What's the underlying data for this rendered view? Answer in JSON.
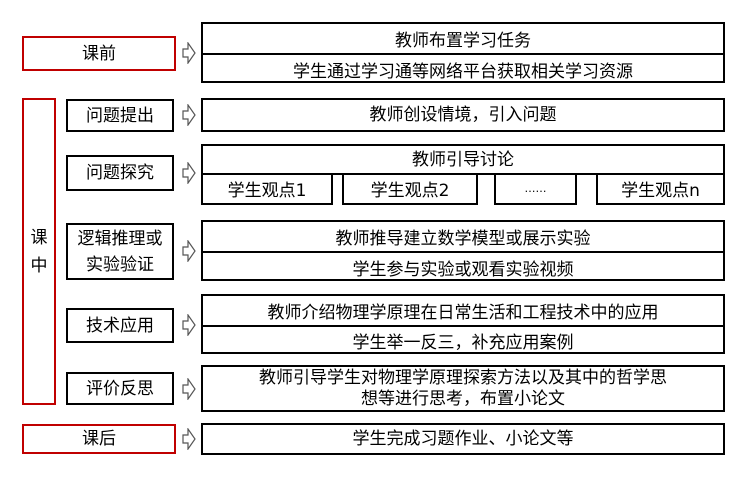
{
  "stages": {
    "pre": {
      "label": "课前"
    },
    "during": {
      "label_line1": "课",
      "label_line2": "中"
    },
    "post": {
      "label": "课后"
    }
  },
  "steps": {
    "pre": {
      "lines": [
        "教师布置学习任务",
        "学生通过学习通等网络平台获取相关学习资源"
      ]
    },
    "raise": {
      "label": "问题提出",
      "content": "教师创设情境，引入问题"
    },
    "explore": {
      "label": "问题探究",
      "header": "教师引导讨论",
      "viewpoints": [
        "学生观点1",
        "学生观点2",
        "……",
        "学生观点n"
      ]
    },
    "reasoning": {
      "label_line1": "逻辑推理或",
      "label_line2": "实验验证",
      "lines": [
        "教师推导建立数学模型或展示实验",
        "学生参与实验或观看实验视频"
      ]
    },
    "application": {
      "label": "技术应用",
      "lines": [
        "教师介绍物理学原理在日常生活和工程技术中的应用",
        "学生举一反三，补充应用案例"
      ]
    },
    "reflection": {
      "label": "评价反思",
      "content_line1": "教师引导学生对物理学原理探索方法以及其中的哲学思",
      "content_line2": "想等进行思考，布置小论文"
    },
    "post": {
      "content": "学生完成习题作业、小论文等"
    }
  },
  "colors": {
    "stage_border": "#c00000",
    "step_border": "#000000",
    "arrow_stroke": "#555555"
  }
}
